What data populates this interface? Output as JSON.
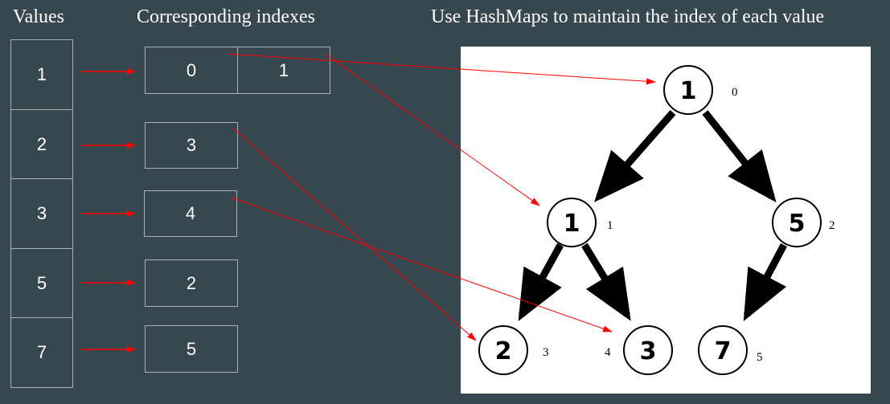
{
  "headings": {
    "values": "Values",
    "indexes": "Corresponding indexes",
    "hashmap": "Use HashMaps to maintain the index of each value"
  },
  "value_column": [
    "1",
    "2",
    "3",
    "5",
    "7"
  ],
  "index_column": [
    [
      "0",
      "1"
    ],
    [
      "3"
    ],
    [
      "4"
    ],
    [
      "2"
    ],
    [
      "5"
    ]
  ],
  "tree": {
    "nodes": [
      {
        "value": "1",
        "index": "0"
      },
      {
        "value": "1",
        "index": "1"
      },
      {
        "value": "5",
        "index": "2"
      },
      {
        "value": "2",
        "index": "3"
      },
      {
        "value": "3",
        "index": "4"
      },
      {
        "value": "7",
        "index": "5"
      }
    ],
    "edges": [
      [
        0,
        1
      ],
      [
        0,
        2
      ],
      [
        1,
        3
      ],
      [
        1,
        4
      ],
      [
        2,
        5
      ]
    ]
  },
  "colors": {
    "background": "#37474f",
    "arrow": "#ff0000",
    "box_border": "#a9b1b5",
    "tree_edge": "#000000",
    "panel": "#ffffff"
  }
}
